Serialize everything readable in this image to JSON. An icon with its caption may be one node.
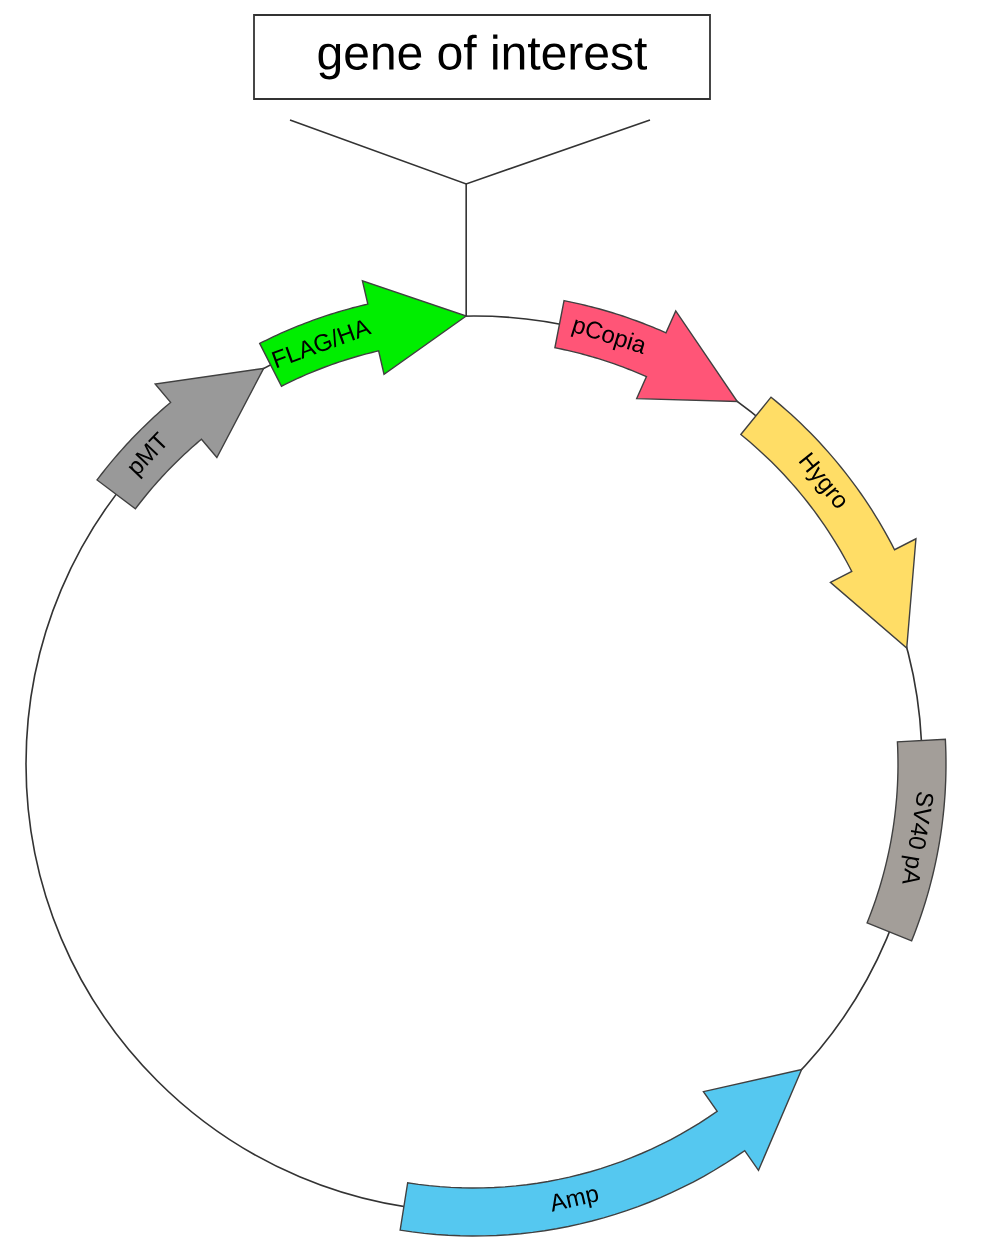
{
  "diagram": {
    "nodes": [
      {
        "text": [
          "gene of interest"
        ]
      },
      {
        "text": [
          "pMT"
        ]
      },
      {
        "text": [
          "FLAG/HA"
        ]
      },
      {
        "text": [
          "pCopia"
        ]
      },
      {
        "text": [
          "Hygro"
        ]
      },
      {
        "text": [
          "SV40 pA"
        ]
      },
      {
        "text": [
          "Amp"
        ]
      }
    ],
    "edges": [
      {
        "from": 0,
        "to": 2,
        "arrow": "none"
      }
    ]
  }
}
